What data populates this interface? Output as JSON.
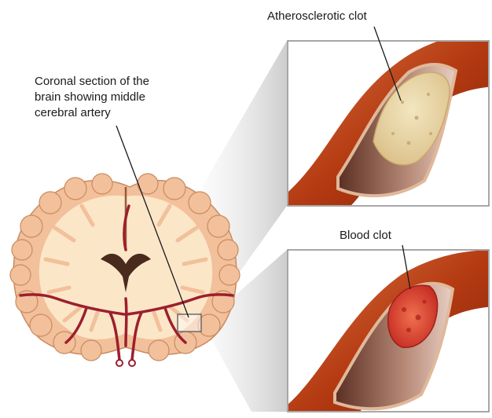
{
  "labels": {
    "coronal_line1": "Coronal section of the",
    "coronal_line2": "brain showing middle",
    "coronal_line3": "cerebral artery",
    "atherosclerotic": "Atherosclerotic clot",
    "blood_clot": "Blood clot"
  },
  "colors": {
    "brain_gray": "#f2c09a",
    "brain_white": "#fbe6c8",
    "artery": "#9c1f2e",
    "vessel": "#c4471c",
    "athero_clot": "#e9d6a3",
    "blood_clot": "#d8352a",
    "inset_frame": "#8a8a8a"
  }
}
